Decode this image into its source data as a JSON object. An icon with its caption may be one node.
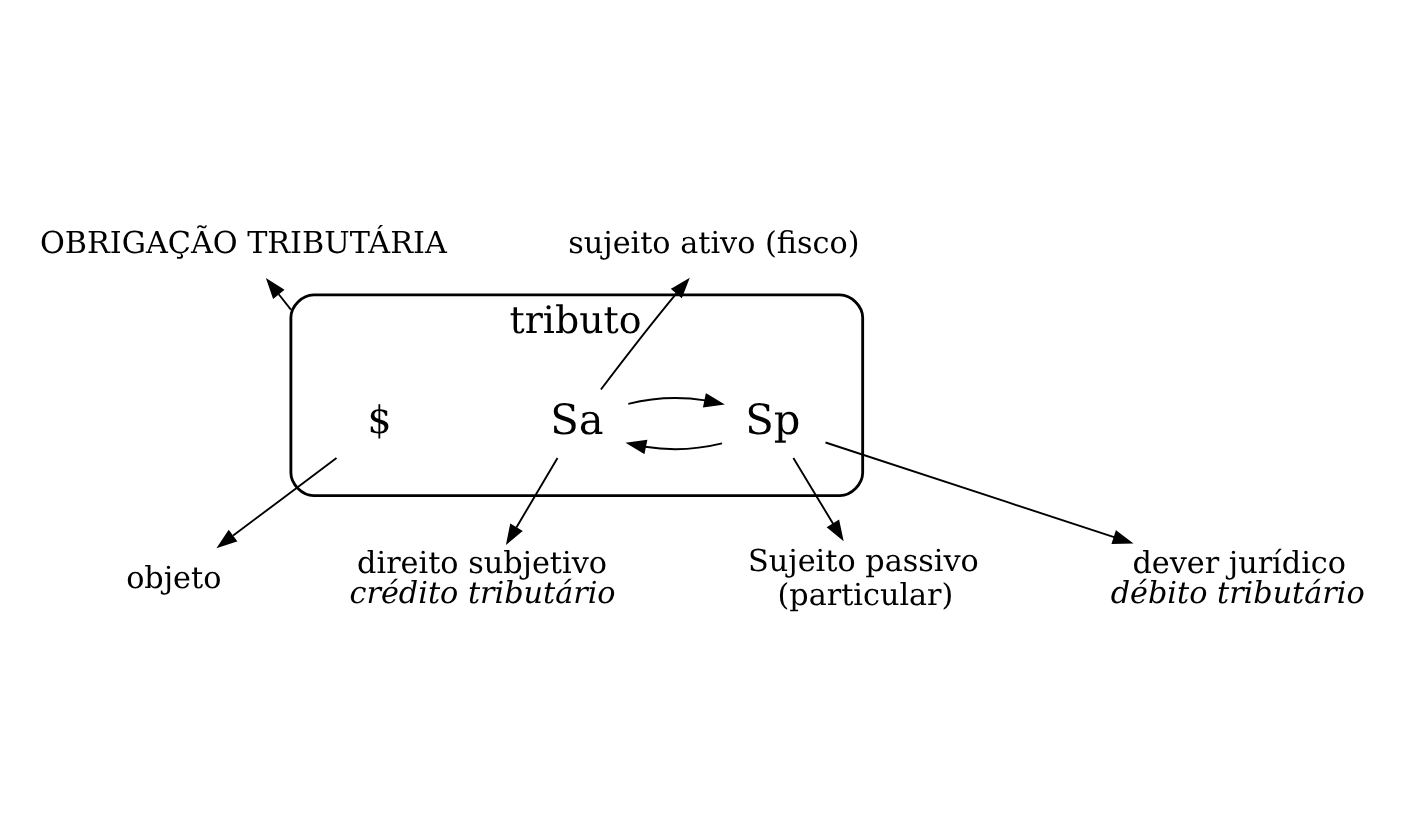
{
  "diagram": {
    "nodes": [
      {
        "text": [
          "tributo"
        ]
      },
      {
        "text": [
          "$"
        ],
        "in": 0
      },
      {
        "text": [
          "Sa"
        ],
        "in": 0
      },
      {
        "text": [
          "Sp"
        ],
        "in": 0
      },
      {
        "text": [
          "sujeito ativo (fisco)"
        ]
      },
      {
        "text": [
          "OBRIGAÇÃO TRIBUTÁRIA"
        ]
      },
      {
        "text": [
          "Sujeito passivo (particular)"
        ]
      },
      {
        "text": [
          "direito subjetivo",
          "crédito tributário"
        ]
      },
      {
        "text": [
          "dever jurídico",
          "débito tributário"
        ]
      },
      {
        "text": [
          "objeto"
        ]
      }
    ],
    "edges": [
      {
        "from": 2,
        "to": 4,
        "arrow": "to"
      },
      {
        "from": 0,
        "to": 5,
        "arrow": "to"
      },
      {
        "from": 3,
        "to": 2,
        "arrow": "to"
      },
      {
        "from": 2,
        "to": 3,
        "arrow": "to"
      },
      {
        "from": 3,
        "to": 6,
        "arrow": "to"
      },
      {
        "from": 2,
        "to": 7,
        "arrow": "to"
      },
      {
        "from": 3,
        "to": 8,
        "arrow": "to"
      },
      {
        "from": 1,
        "to": 9,
        "arrow": "to"
      }
    ]
  }
}
